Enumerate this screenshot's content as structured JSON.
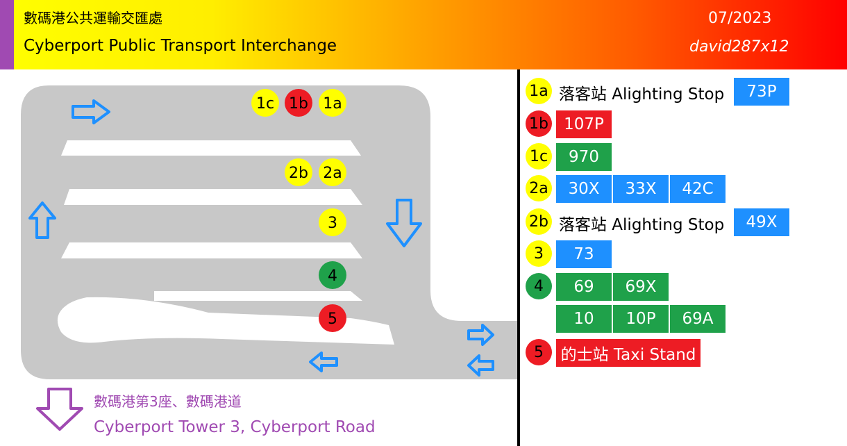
{
  "header": {
    "title_zh": "數碼港公共運輸交匯處",
    "title_en": "Cyberport Public Transport Interchange",
    "date": "07/2023",
    "author": "david287x12"
  },
  "map": {
    "stop_markers": [
      {
        "label": "1c",
        "color": "yellow"
      },
      {
        "label": "1b",
        "color": "red"
      },
      {
        "label": "1a",
        "color": "yellow"
      },
      {
        "label": "2b",
        "color": "yellow"
      },
      {
        "label": "2a",
        "color": "yellow"
      },
      {
        "label": "3",
        "color": "yellow"
      },
      {
        "label": "4",
        "color": "green"
      },
      {
        "label": "5",
        "color": "red"
      }
    ]
  },
  "legend": [
    {
      "stop": "1a",
      "color": "yellow",
      "label": "落客站 Alighting Stop",
      "routes": [
        "73P"
      ],
      "route_color": "blue"
    },
    {
      "stop": "1b",
      "color": "red",
      "routes": [
        "107P"
      ],
      "route_color": "red"
    },
    {
      "stop": "1c",
      "color": "yellow",
      "routes": [
        "970"
      ],
      "route_color": "green"
    },
    {
      "stop": "2a",
      "color": "yellow",
      "routes": [
        "30X",
        "33X",
        "42C"
      ],
      "route_color": "blue"
    },
    {
      "stop": "2b",
      "color": "yellow",
      "label": "落客站 Alighting Stop",
      "routes": [
        "49X"
      ],
      "route_color": "blue"
    },
    {
      "stop": "3",
      "color": "yellow",
      "routes": [
        "73"
      ],
      "route_color": "blue"
    },
    {
      "stop": "4",
      "color": "green",
      "routes": [
        "69",
        "69X"
      ],
      "route_color": "green"
    },
    {
      "routes": [
        "10",
        "10P",
        "69A"
      ],
      "route_color": "green"
    },
    {
      "stop": "5",
      "color": "red",
      "routes": [
        "的士站 Taxi Stand"
      ],
      "route_color": "red"
    }
  ],
  "destination": {
    "zh": "數碼港第3座、數碼港道",
    "en": "Cyberport Tower 3, Cyberport Road"
  },
  "colors": {
    "yellow": "#ffff00",
    "red": "#ed1c24",
    "green": "#1fa14a",
    "blue": "#1e90ff",
    "purple": "#a04ab2",
    "road": "#c8c8c8",
    "arrow": "#1e90ff"
  }
}
